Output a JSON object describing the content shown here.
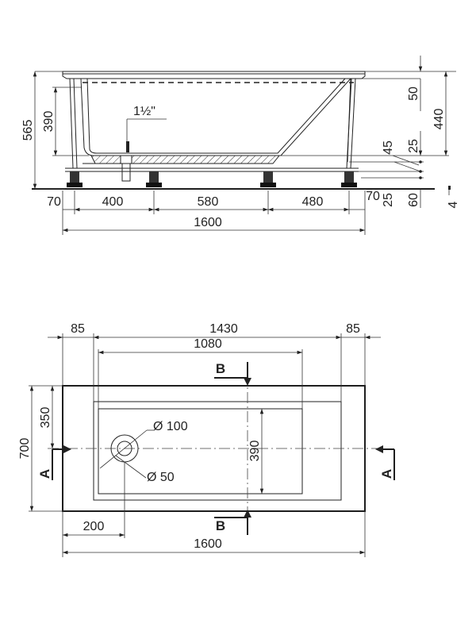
{
  "side_view": {
    "height_total": "565",
    "height_inner": "390",
    "rim_thickness": "50",
    "depth": "440",
    "drain_size": "1½\"",
    "offset_45": "45",
    "offset_25_top": "25",
    "offset_25_bottom": "25",
    "leg_height": "60",
    "small_offset": "4",
    "left_end": "70",
    "right_end": "70",
    "span_1": "400",
    "span_2": "580",
    "span_3": "480",
    "total_length": "1600"
  },
  "top_view": {
    "left_rim": "85",
    "inner_length": "1430",
    "right_rim": "85",
    "bottom_length": "1080",
    "total_width": "700",
    "half_width": "350",
    "bottom_width": "390",
    "outlet_outer": "Ø 100",
    "outlet_inner": "Ø 50",
    "drain_offset": "200",
    "total_length": "1600",
    "section_a": "A",
    "section_b": "B"
  }
}
